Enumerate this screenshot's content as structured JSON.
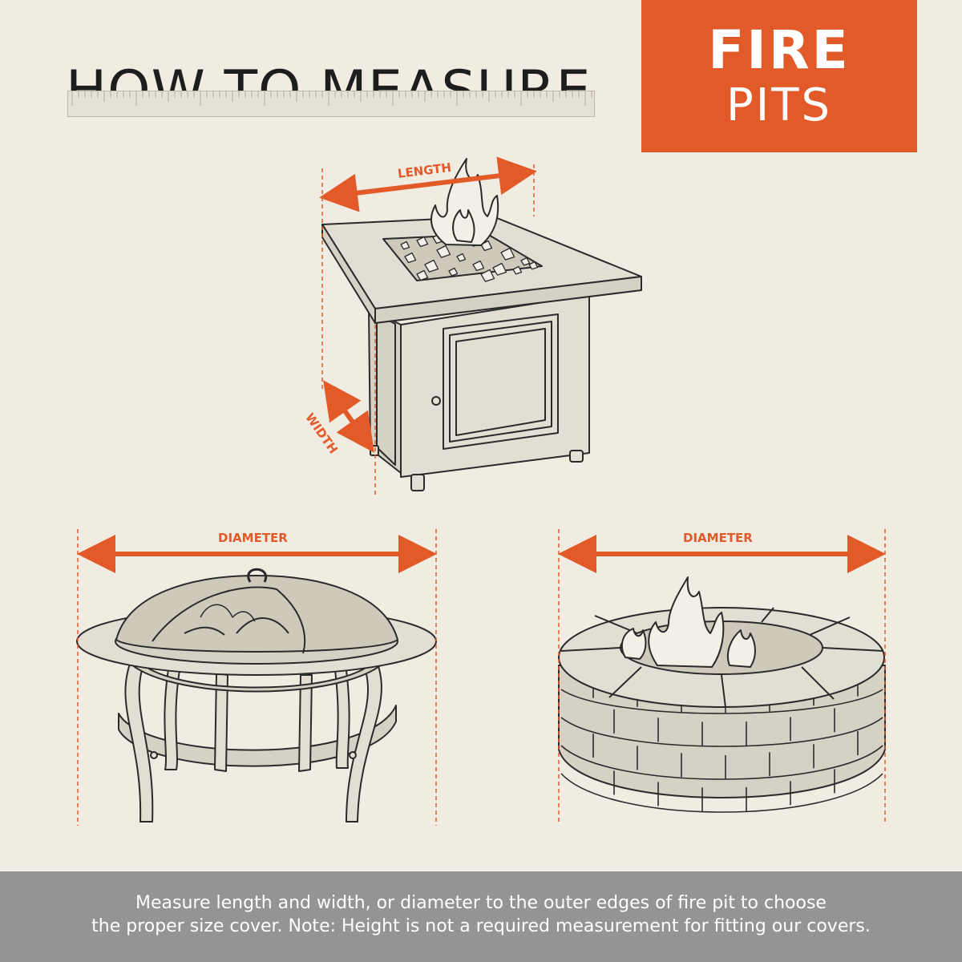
{
  "header": {
    "title": "HOW TO MEASURE"
  },
  "badge": {
    "line1": "FIRE",
    "line2": "PITS"
  },
  "colors": {
    "accent": "#e35a29",
    "background": "#f1ece2",
    "footer_bg": "#949494",
    "line": "#2a2a2a"
  },
  "square_pit": {
    "length_label": "LENGTH",
    "width_label": "WIDTH"
  },
  "bowl_pit": {
    "diameter_label": "DIAMETER"
  },
  "stone_pit": {
    "diameter_label": "DIAMETER"
  },
  "footer": {
    "line1": "Measure length and width, or diameter to the outer edges of fire pit to choose",
    "line2": "the proper size cover. Note: Height is not a required measurement for fitting our covers."
  }
}
